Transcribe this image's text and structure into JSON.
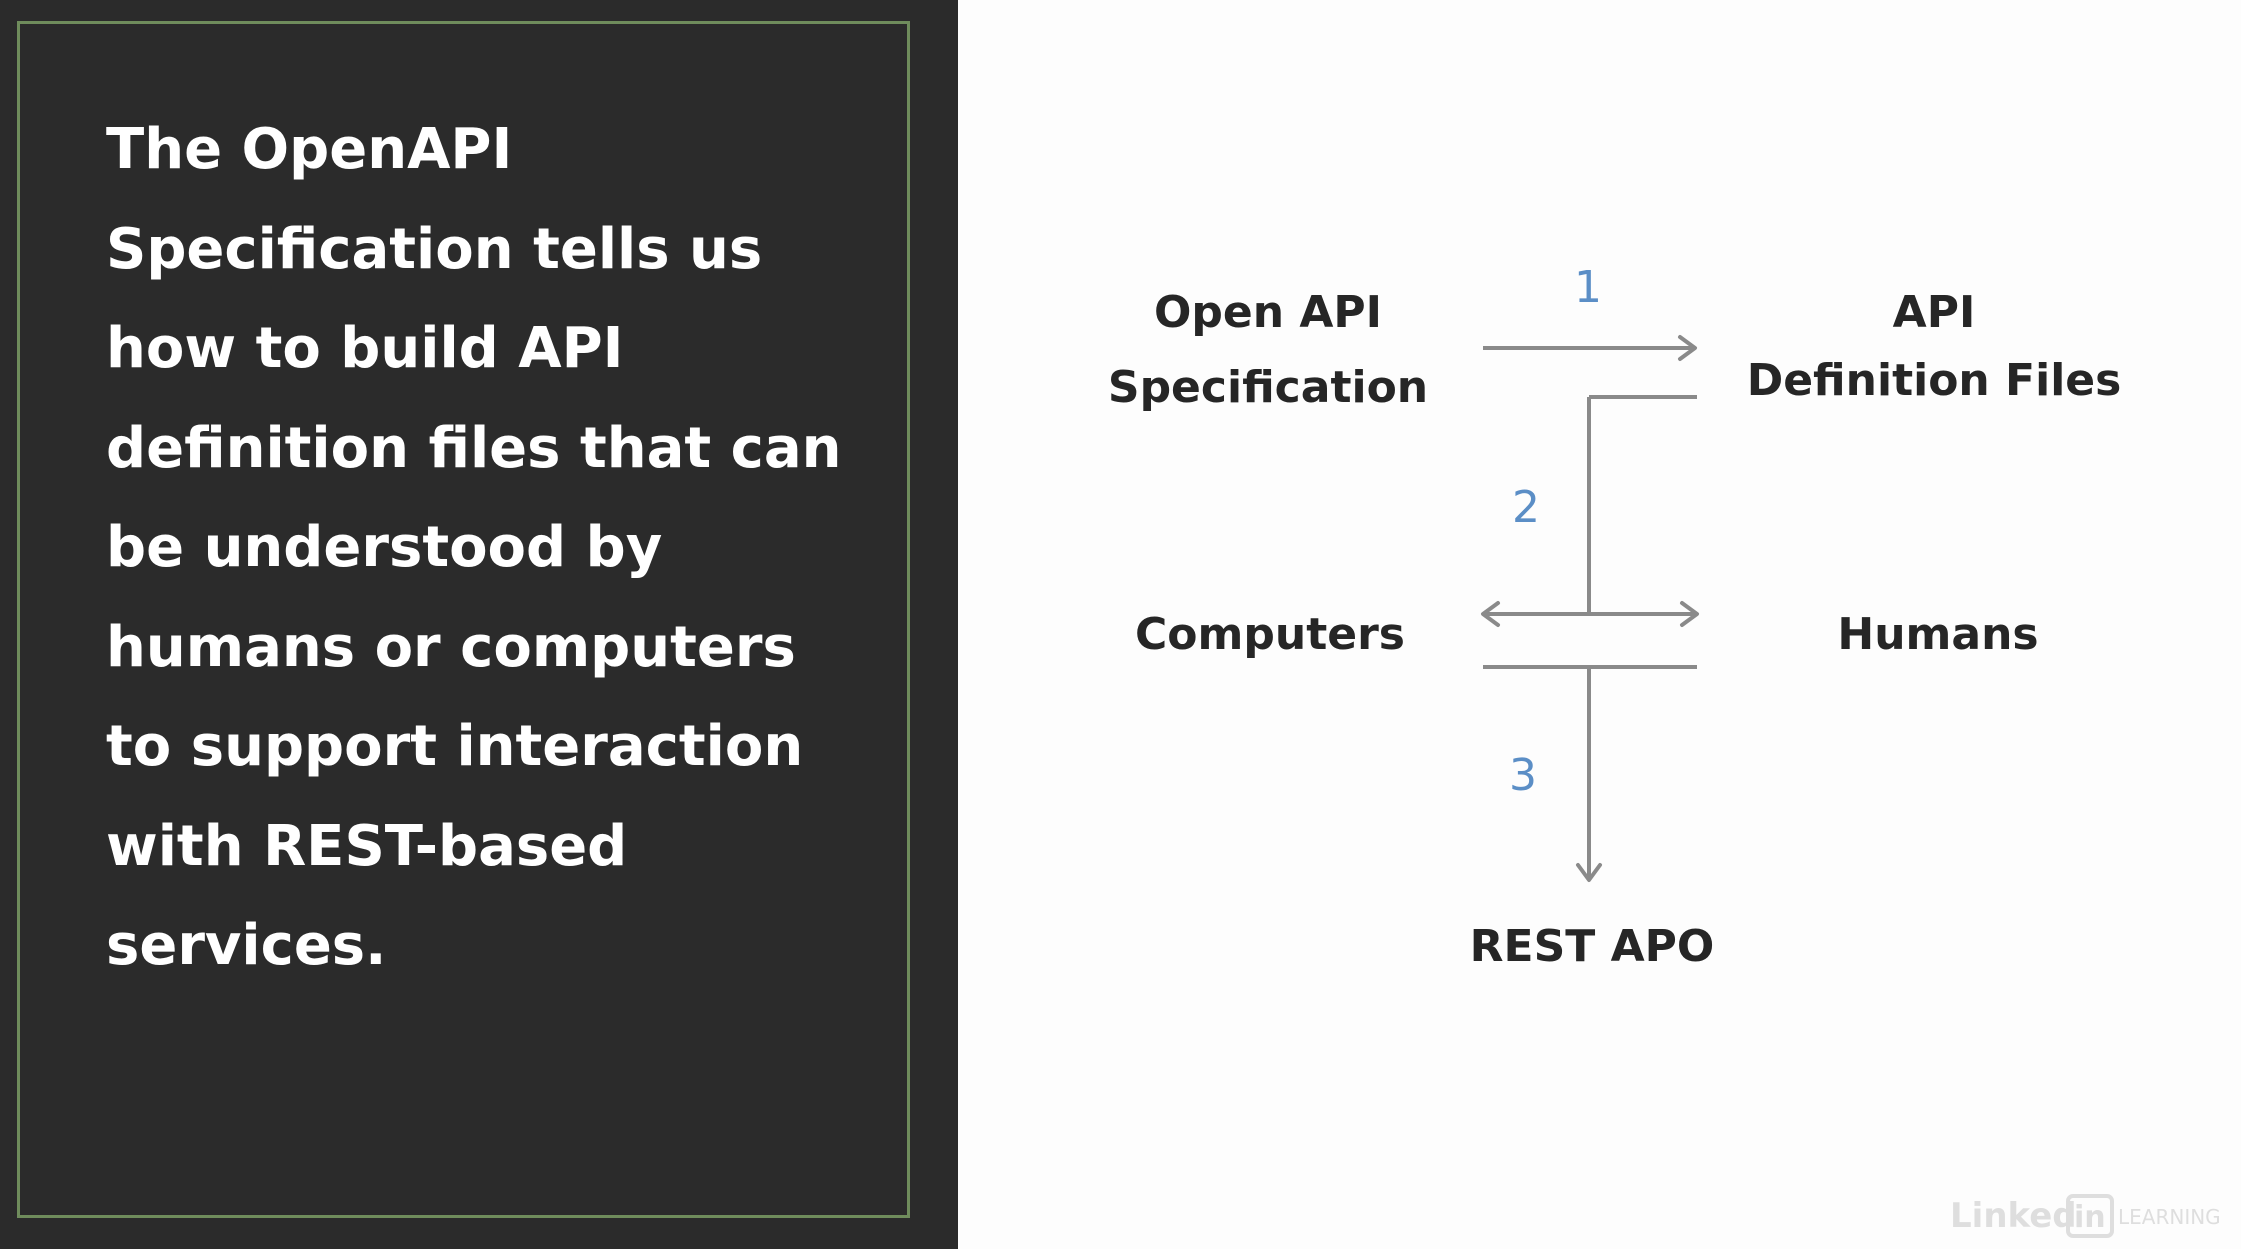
{
  "slide": {
    "description": "The OpenAPI Specification tells us how to build API definition files that can be understood by humans or computers to support interaction with REST-based services."
  },
  "diagram": {
    "nodes": {
      "spec_line1": "Open API",
      "spec_line2": "Specification",
      "files_line1": "API",
      "files_line2": "Definition Files",
      "computers": "Computers",
      "humans": "Humans",
      "rest": "REST APO"
    },
    "steps": [
      "1",
      "2",
      "3"
    ]
  },
  "watermark": {
    "brand_left": "Linked",
    "brand_box": "in",
    "brand_right": "LEARNING"
  },
  "colors": {
    "panel": "#2b2b2b",
    "frame": "#6f8c5c",
    "step_number": "#5b8ec6",
    "connector": "#8a8a8a"
  }
}
